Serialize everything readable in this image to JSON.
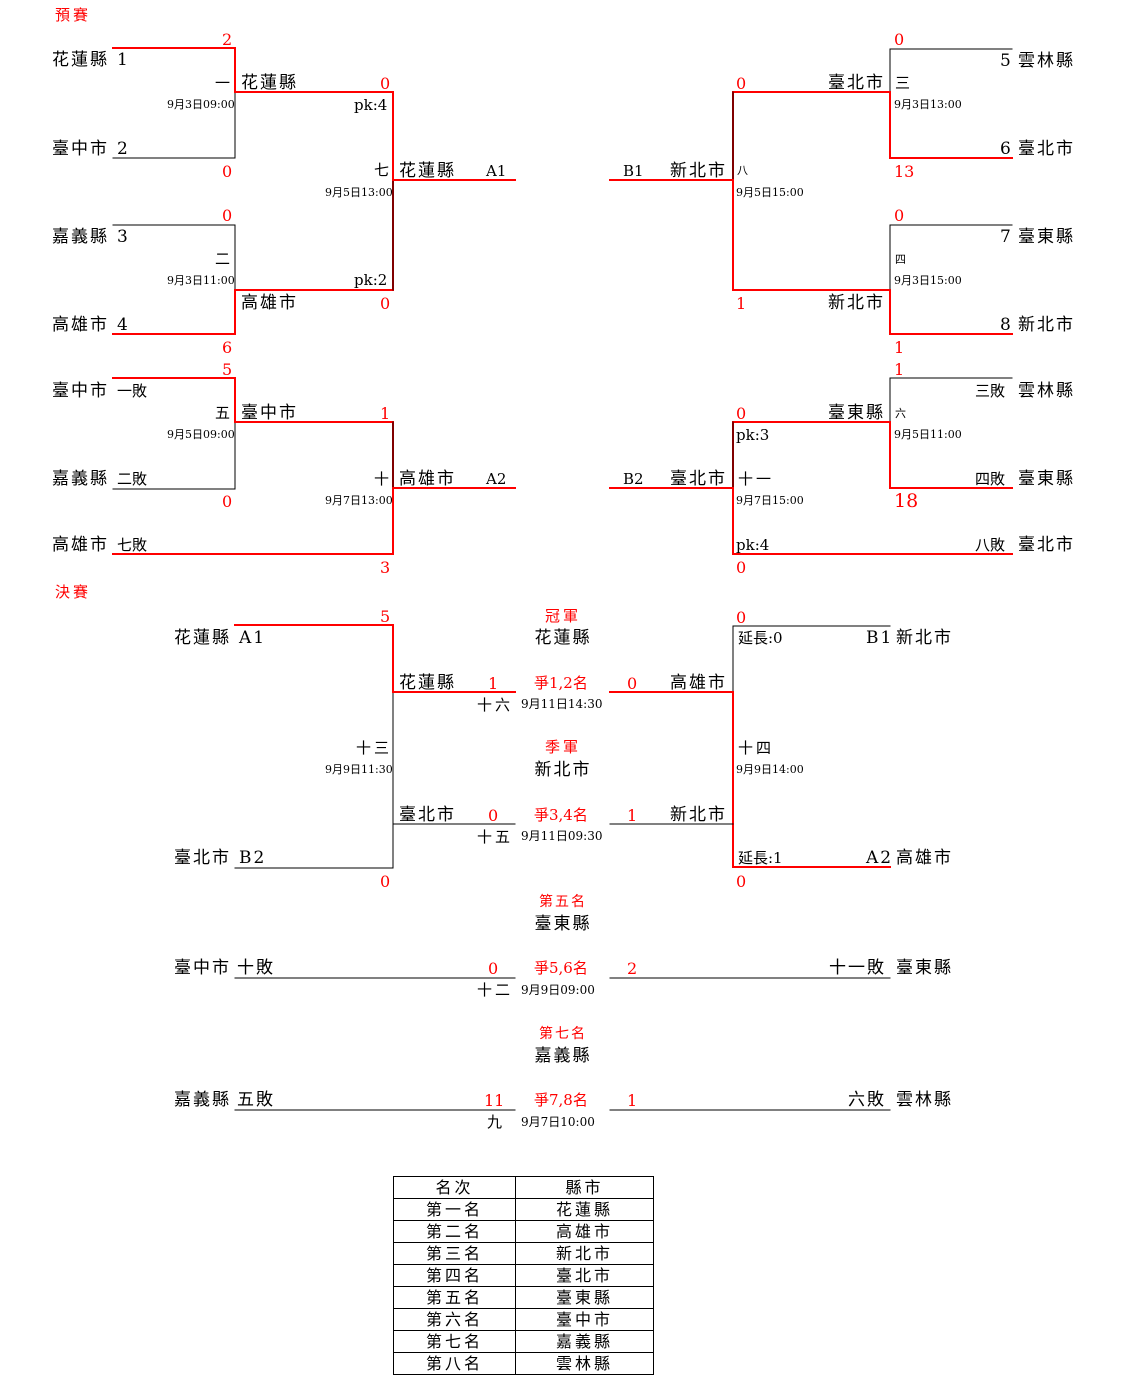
{
  "sections": {
    "prelim_title": "預賽",
    "final_title": "決賽"
  },
  "colors": {
    "winner_line": "#ff0000",
    "loser_line": "#000000",
    "score": "#ff0000"
  },
  "prelim": {
    "left": {
      "seeds": [
        {
          "team": "花蓮縣",
          "seed": "1"
        },
        {
          "team": "臺中市",
          "seed": "2"
        },
        {
          "team": "嘉義縣",
          "seed": "3"
        },
        {
          "team": "高雄市",
          "seed": "4"
        },
        {
          "team": "臺中市",
          "seed": "一敗"
        },
        {
          "team": "嘉義縣",
          "seed": "二敗"
        },
        {
          "team": "高雄市",
          "seed": "七敗"
        }
      ],
      "matches": [
        {
          "no": "一",
          "time": "9月3日09:00",
          "top_score": "2",
          "bottom_score": "0",
          "winner": "花蓮縣"
        },
        {
          "no": "二",
          "time": "9月3日11:00",
          "top_score": "0",
          "bottom_score": "6",
          "winner": "高雄市"
        },
        {
          "no": "七",
          "time": "9月5日13:00",
          "top_score": "0",
          "top_pk": "pk:4",
          "bottom_score": "0",
          "bottom_pk": "pk:2",
          "winner": "花蓮縣",
          "slot": "A1"
        },
        {
          "no": "五",
          "time": "9月5日09:00",
          "top_score": "5",
          "bottom_score": "0",
          "winner": "臺中市"
        },
        {
          "no": "十",
          "time": "9月7日13:00",
          "top_score": "1",
          "bottom_score": "3",
          "winner": "高雄市",
          "slot": "A2"
        }
      ]
    },
    "right": {
      "seeds": [
        {
          "team": "雲林縣",
          "seed": "5"
        },
        {
          "team": "臺北市",
          "seed": "6"
        },
        {
          "team": "臺東縣",
          "seed": "7"
        },
        {
          "team": "新北市",
          "seed": "8"
        },
        {
          "team": "雲林縣",
          "seed": "三敗"
        },
        {
          "team": "臺東縣",
          "seed": "四敗"
        },
        {
          "team": "臺北市",
          "seed": "八敗"
        }
      ],
      "matches": [
        {
          "no": "三",
          "time": "9月3日13:00",
          "top_score": "0",
          "bottom_score": "13",
          "winner": "臺北市"
        },
        {
          "no": "四",
          "time": "9月3日15:00",
          "top_score": "0",
          "bottom_score": "1",
          "winner": "新北市"
        },
        {
          "no": "八",
          "time": "9月5日15:00",
          "top_score": "0",
          "bottom_score": "1",
          "winner": "新北市",
          "slot": "B1"
        },
        {
          "no": "六",
          "time": "9月5日11:00",
          "top_score": "1",
          "bottom_score": "18",
          "winner": "臺東縣"
        },
        {
          "no": "十一",
          "time": "9月7日15:00",
          "top_score": "0",
          "top_pk": "pk:3",
          "bottom_score": "0",
          "bottom_pk": "pk:4",
          "winner": "臺北市",
          "slot": "B2"
        }
      ]
    }
  },
  "final": {
    "left": {
      "top": {
        "team": "花蓮縣",
        "slot": "A1",
        "score": "5"
      },
      "bottom": {
        "team": "臺北市",
        "slot": "B2",
        "score": "0"
      },
      "match": {
        "no": "十三",
        "time": "9月9日11:30"
      },
      "winner": "花蓮縣",
      "loser": "臺北市"
    },
    "right": {
      "top": {
        "team": "新北市",
        "slot": "B1",
        "score": "0",
        "extra": "延長:0"
      },
      "bottom": {
        "team": "高雄市",
        "slot": "A2",
        "score": "0",
        "extra": "延長:1"
      },
      "match": {
        "no": "十四",
        "time": "9月9日14:00"
      },
      "winner": "高雄市",
      "loser": "新北市"
    },
    "championship": {
      "title": "冠軍",
      "champion": "花蓮縣",
      "label": "爭1,2名",
      "left_score": "1",
      "right_score": "0",
      "no": "十六",
      "time": "9月11日14:30"
    },
    "third_place": {
      "title": "季軍",
      "champion": "新北市",
      "label": "爭3,4名",
      "left_score": "0",
      "right_score": "1",
      "no": "十五",
      "time": "9月11日09:30"
    },
    "fifth_place": {
      "title": "第五名",
      "champion": "臺東縣",
      "label": "爭5,6名",
      "left_team": "臺中市",
      "left_seed": "十敗",
      "left_score": "0",
      "right_team": "臺東縣",
      "right_seed": "十一敗",
      "right_score": "2",
      "no": "十二",
      "time": "9月9日09:00"
    },
    "seventh_place": {
      "title": "第七名",
      "champion": "嘉義縣",
      "label": "爭7,8名",
      "left_team": "嘉義縣",
      "left_seed": "五敗",
      "left_score": "11",
      "right_team": "雲林縣",
      "right_seed": "六敗",
      "right_score": "1",
      "no": "九",
      "time": "9月7日10:00"
    }
  },
  "ranking": {
    "headers": [
      "名次",
      "縣市"
    ],
    "rows": [
      [
        "第一名",
        "花蓮縣"
      ],
      [
        "第二名",
        "高雄市"
      ],
      [
        "第三名",
        "新北市"
      ],
      [
        "第四名",
        "臺北市"
      ],
      [
        "第五名",
        "臺東縣"
      ],
      [
        "第六名",
        "臺中市"
      ],
      [
        "第七名",
        "嘉義縣"
      ],
      [
        "第八名",
        "雲林縣"
      ]
    ]
  }
}
